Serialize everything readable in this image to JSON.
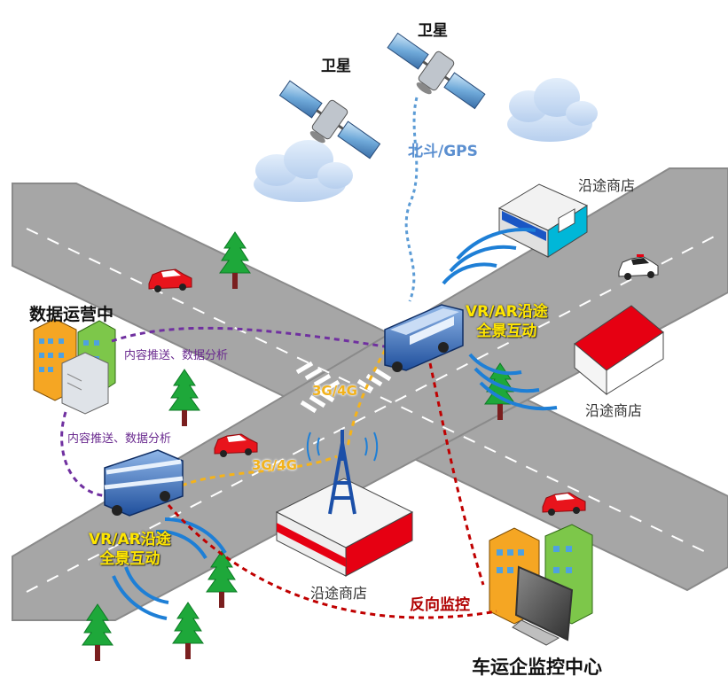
{
  "labels": {
    "satellite_1": "卫星",
    "satellite_2": "卫星",
    "gps_link": "北斗/GPS",
    "shop_top_right": "沿途商店",
    "shop_right": "沿途商店",
    "shop_bottom": "沿途商店",
    "vr_top_line1": "VR/AR沿途",
    "vr_top_line2": "全景互动",
    "vr_bottom_line1": "VR/AR沿途",
    "vr_bottom_line2": "全景互动",
    "network_1": "3G/4G",
    "network_2": "3G/4G",
    "push_1": "内容推送、数据分析",
    "push_2": "内容推送、数据分析",
    "ops_center": "数据运营中",
    "reverse_monitor": "反向监控",
    "monitor_center": "车运企监控中心"
  },
  "colors": {
    "road": "#a0a0a0",
    "road_edge": "#8a8a8a",
    "lane_marking": "#ffffff",
    "gps_link": "#5b9bd5",
    "network_link": "#f5b31a",
    "push_link": "#7030a0",
    "monitor_link": "#c00000",
    "vr_text": "#ffe600",
    "signal_wave": "#1e7fd6",
    "tree": "#1ea83a",
    "shop_accent_red": "#e60012",
    "shop_accent_cyan": "#00b7d8"
  },
  "icons": [
    "satellite-icon",
    "cloud-icon",
    "bus-icon",
    "double-decker-bus-icon",
    "car-icon",
    "police-car-icon",
    "cell-tower-icon",
    "tree-icon",
    "building-icon",
    "server-icon",
    "monitor-icon",
    "shop-icon"
  ]
}
